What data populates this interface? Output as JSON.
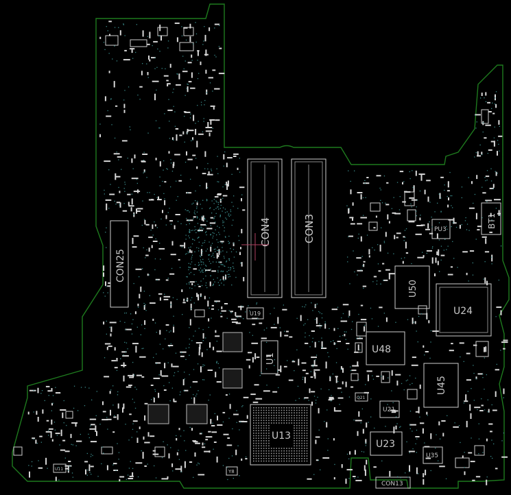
{
  "board": {
    "colors": {
      "background": "#000000",
      "outline": "#1e7a1e",
      "component": "#cfcfcf",
      "via": "#3a8a8a",
      "cursor": "#b04060"
    },
    "labels": {
      "con4": "CON4",
      "con3": "CON3",
      "con25": "CON25",
      "con13": "CON13",
      "u50": "U50",
      "u24": "U24",
      "u48": "U48",
      "u45": "U45",
      "u1": "U1",
      "u19": "U19",
      "u13": "U13",
      "u21": "U21",
      "u23": "U23",
      "u35": "U35",
      "pu3": "PU3",
      "bt1": "BT1",
      "y8": "Y8",
      "u11": "U11",
      "q21": "Q21"
    }
  }
}
